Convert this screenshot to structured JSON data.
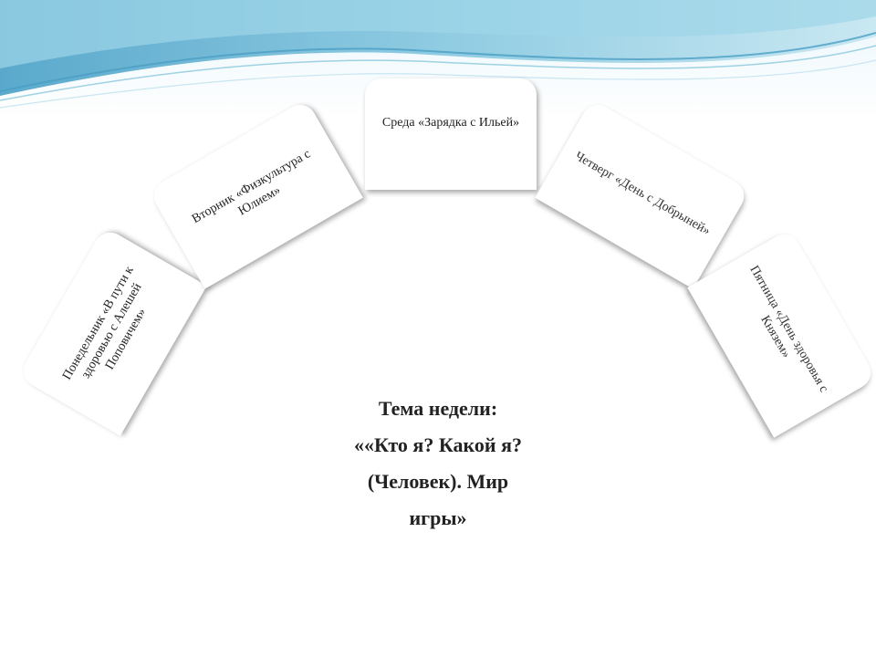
{
  "colors": {
    "wave_dark": "#6fb7d6",
    "wave_light": "#b9e0ee",
    "background": "#ffffff",
    "card": "#ffffff"
  },
  "cards": [
    {
      "id": "monday",
      "text": "Понедельник «В пути к здоровью с Алешей Поповичем»"
    },
    {
      "id": "tuesday",
      "text": "Вторник «Физкультура с Юлием»"
    },
    {
      "id": "wednesday",
      "text": "Среда «Зарядка с Ильей»"
    },
    {
      "id": "thursday",
      "text": "Четверг «День с Добрыней»"
    },
    {
      "id": "friday",
      "text": "Пятница «День здоровья с Князем»"
    }
  ],
  "theme": {
    "line1": "Тема недели:",
    "line2": "««Кто я? Какой я?",
    "line3": "(Человек). Мир",
    "line4": "игры»"
  }
}
